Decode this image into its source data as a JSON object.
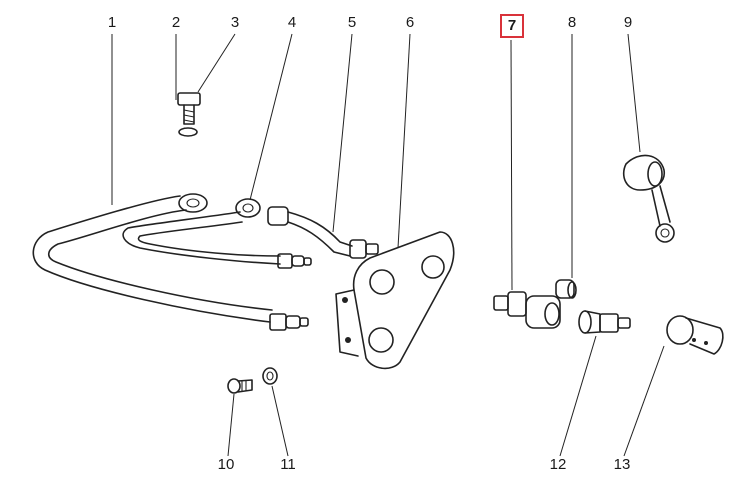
{
  "callouts": [
    {
      "id": "1",
      "label": "1"
    },
    {
      "id": "2",
      "label": "2"
    },
    {
      "id": "3",
      "label": "3"
    },
    {
      "id": "4",
      "label": "4"
    },
    {
      "id": "5",
      "label": "5"
    },
    {
      "id": "6",
      "label": "6"
    },
    {
      "id": "7",
      "label": "7",
      "highlighted": true
    },
    {
      "id": "8",
      "label": "8"
    },
    {
      "id": "9",
      "label": "9"
    },
    {
      "id": "10",
      "label": "10"
    },
    {
      "id": "11",
      "label": "11"
    },
    {
      "id": "12",
      "label": "12"
    },
    {
      "id": "13",
      "label": "13"
    }
  ],
  "colors": {
    "ink": "#222222",
    "highlight": "#d9323a",
    "background": "#ffffff"
  }
}
